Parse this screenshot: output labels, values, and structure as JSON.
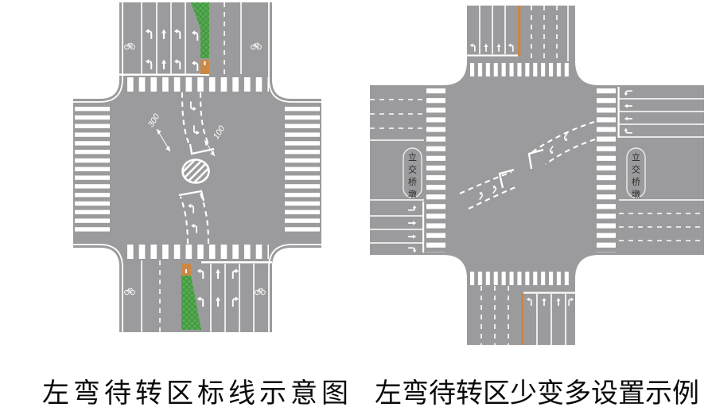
{
  "figures": {
    "left": {
      "caption": "左弯待转区标线示意图",
      "waiting_area_dimensions": {
        "length_label": "300",
        "width_label": "100"
      }
    },
    "right": {
      "caption": "左弯待转区少变多设置示例",
      "pier_label": "立交桥墩",
      "pier_label_chars": [
        "立",
        "交",
        "桥",
        "墩"
      ]
    }
  },
  "icons": {
    "bicycle": "bicycle-icon",
    "straight_arrow": "straight-arrow-icon",
    "left_turn_arrow": "left-turn-arrow-icon",
    "right_turn_arrow": "right-turn-arrow-icon"
  },
  "colors": {
    "road": "#9b9b9d",
    "marking": "#ffffff",
    "median_green": "#56ac50",
    "median_green_dark": "#3e8f3e",
    "median_orange": "#cc8742",
    "caption": "#0a0a0a",
    "pier_text": "#2b2b2b",
    "background": "#ffffff"
  }
}
